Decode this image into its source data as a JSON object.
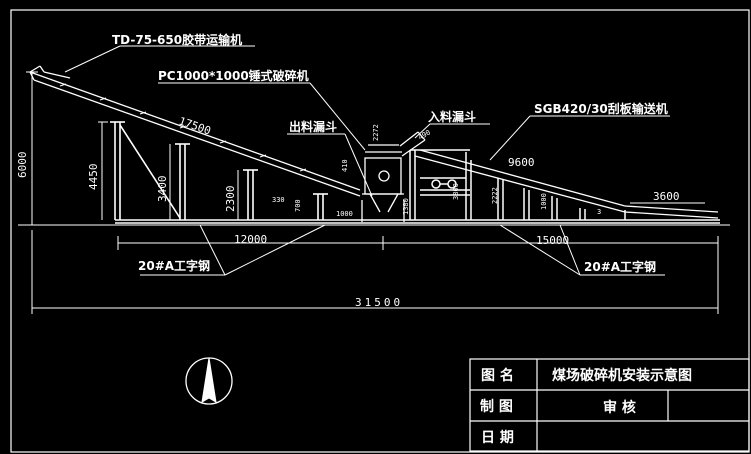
{
  "labels": {
    "belt_conveyor": "TD-75-650胶带运输机",
    "hammer_crusher": "PC1000*1000锤式破碎机",
    "discharge_hopper": "出料漏斗",
    "feed_hopper": "入料漏斗",
    "plate_conveyor": "SGB420/30刮板输送机",
    "steel_left": "20#A工字钢",
    "steel_right": "20#A工字钢"
  },
  "dimensions": {
    "total_height": "6000",
    "support_height": "4450",
    "col_3400": "3400",
    "col_2300": "2300",
    "incline_length": "17500",
    "incline_right": "9600",
    "span_left": "12000",
    "span_right": "15000",
    "total_length": "31500",
    "end_length": "3600",
    "small_2272": "2272",
    "small_700": "700",
    "small_1000": "1000",
    "small_490": "490",
    "small_410": "410",
    "small_3a": "330",
    "small_1380": "1380",
    "small_3800": "3800",
    "small_2222": "2222",
    "small_1000b": "1000",
    "small_3b": "3"
  },
  "title_block": {
    "drawing_name_label": "图  名",
    "drawing_name": "煤场破碎机安装示意图",
    "drawn_label": "制  图",
    "review_label": "审  核",
    "date_label": "日  期"
  },
  "colors": {
    "line": "#ffffff",
    "background": "#000000"
  },
  "icons": {
    "north_arrow": "north-arrow-icon"
  }
}
